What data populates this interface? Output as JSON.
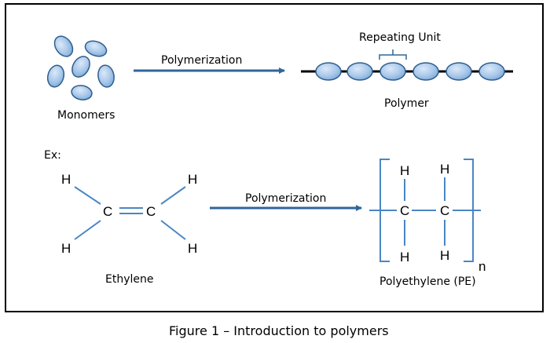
{
  "diagram": {
    "monomers_label": "Monomers",
    "arrow1_label": "Polymerization",
    "repeating_unit_label": "Repeating Unit",
    "polymer_label": "Polymer",
    "example_label": "Ex:",
    "ethylene": {
      "carbon_left": "C",
      "carbon_right": "C",
      "h_top_left": "H",
      "h_bottom_left": "H",
      "h_top_right": "H",
      "h_bottom_right": "H",
      "name": "Ethylene"
    },
    "arrow2_label": "Polymerization",
    "polyethylene": {
      "carbon_left": "C",
      "carbon_right": "C",
      "h_top_left": "H",
      "h_top_right": "H",
      "h_bottom_left": "H",
      "h_bottom_right": "H",
      "subscript": "n",
      "name": "Polyethylene (PE)"
    },
    "colors": {
      "bead_fill": "#a9c8ea",
      "bead_stroke": "#2e5e8e",
      "arrow": "#2f6699",
      "bond": "#4a86c5",
      "frame": "#000000"
    }
  },
  "caption": "Figure 1 – Introduction to polymers"
}
